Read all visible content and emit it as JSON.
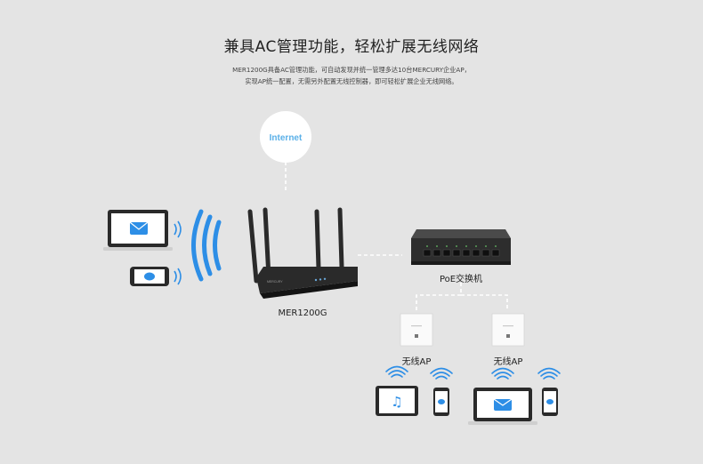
{
  "title": "兼具AC管理功能，轻松扩展无线网络",
  "description": [
    "MER1200G具备AC管理功能，可自动发现并统一管理多达10台MERCURY企业AP，",
    "实现AP统一配置，无需另外配置无线控制器，即可轻松扩展企业无线网络。"
  ],
  "nodes": {
    "internet": "Internet",
    "router": "MER1200G",
    "poe_switch": "PoE交换机",
    "ap_left": "无线AP",
    "ap_right": "无线AP",
    "router_brand": "MERCURY"
  },
  "colors": {
    "wifi_blue": "#2d8ee6",
    "internet_text": "#5ab0e8",
    "background": "#e4e4e4",
    "device_dark": "#2a2a2a"
  },
  "icons": [
    "laptop-icon",
    "phone-icon",
    "wifi-waves-icon",
    "router-icon",
    "switch-icon",
    "access-point-icon",
    "tablet-icon",
    "mail-icon",
    "chat-icon",
    "music-icon"
  ]
}
